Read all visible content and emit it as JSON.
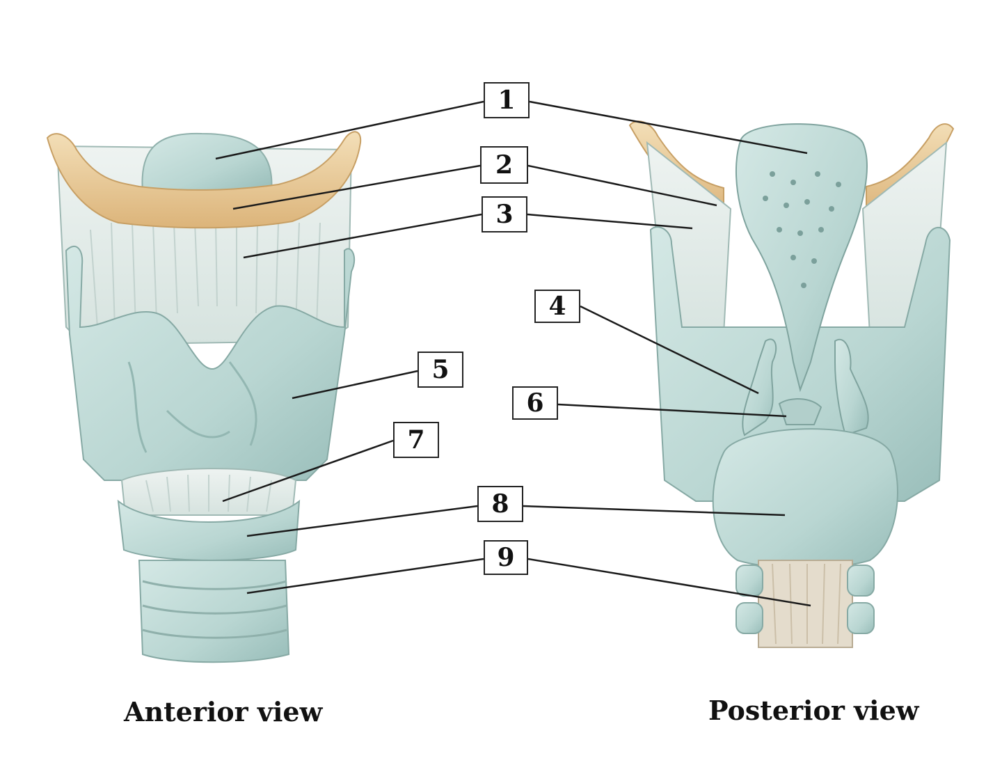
{
  "labels": [
    "1",
    "2",
    "3",
    "4",
    "5",
    "6",
    "7",
    "8",
    "9"
  ],
  "captions": {
    "anterior": "Anterior view",
    "posterior": "Posterior view"
  },
  "colors": {
    "cartilage": "#c3dcd9",
    "cartilage_dark": "#8fb6b3",
    "cartilage_shade": "#a7c9c6",
    "bone": "#e9cfa0",
    "bone_edge": "#cfa76b",
    "membrane": "#e4ece9",
    "fiber": "#c9d6d2",
    "line": "#1a1a1a"
  }
}
